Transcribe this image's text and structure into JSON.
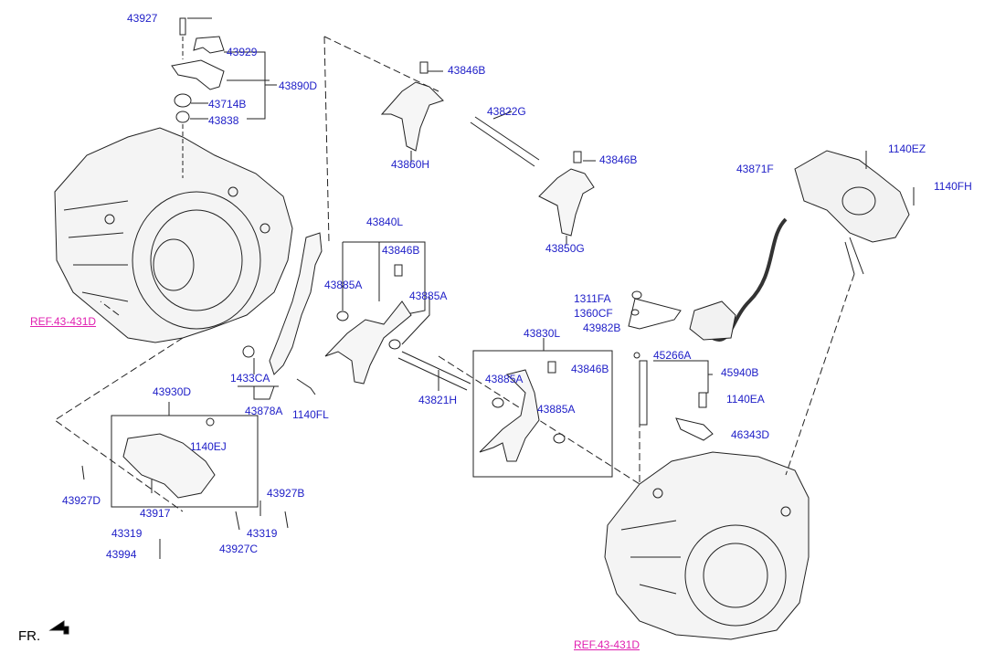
{
  "labels": {
    "p43927": "43927",
    "p43929": "43929",
    "p43890D": "43890D",
    "p43714B": "43714B",
    "p43838": "43838",
    "p43846B_top": "43846B",
    "p43822G": "43822G",
    "p43860H": "43860H",
    "p43846B_mid": "43846B",
    "p43850G": "43850G",
    "p1140EZ": "1140EZ",
    "p43871F": "43871F",
    "p1140FH": "1140FH",
    "p43840L": "43840L",
    "p43846B_left": "43846B",
    "p43885A_l1": "43885A",
    "p43885A_l2": "43885A",
    "p1311FA": "1311FA",
    "p1360CF": "1360CF",
    "p43982B": "43982B",
    "p43830L": "43830L",
    "p45266A": "45266A",
    "p45940B": "45940B",
    "p43885A_r1": "43885A",
    "p43846B_right": "43846B",
    "p43885A_r2": "43885A",
    "p1140EA": "1140EA",
    "p46343D": "46343D",
    "p1433CA": "1433CA",
    "p43878A": "43878A",
    "p1140FL": "1140FL",
    "p43821H": "43821H",
    "p43930D": "43930D",
    "p1140EJ": "1140EJ",
    "p43927D": "43927D",
    "p43917": "43917",
    "p43927B": "43927B",
    "p43319_l": "43319",
    "p43319_r": "43319",
    "p43994": "43994",
    "p43927C": "43927C"
  },
  "refs": {
    "ref_left": "REF.43-431D",
    "ref_bottom": "REF.43-431D"
  },
  "front_marker": "FR.",
  "colors": {
    "part_number": "#2020c8",
    "reference_link": "#e020b0",
    "line": "#222222"
  }
}
